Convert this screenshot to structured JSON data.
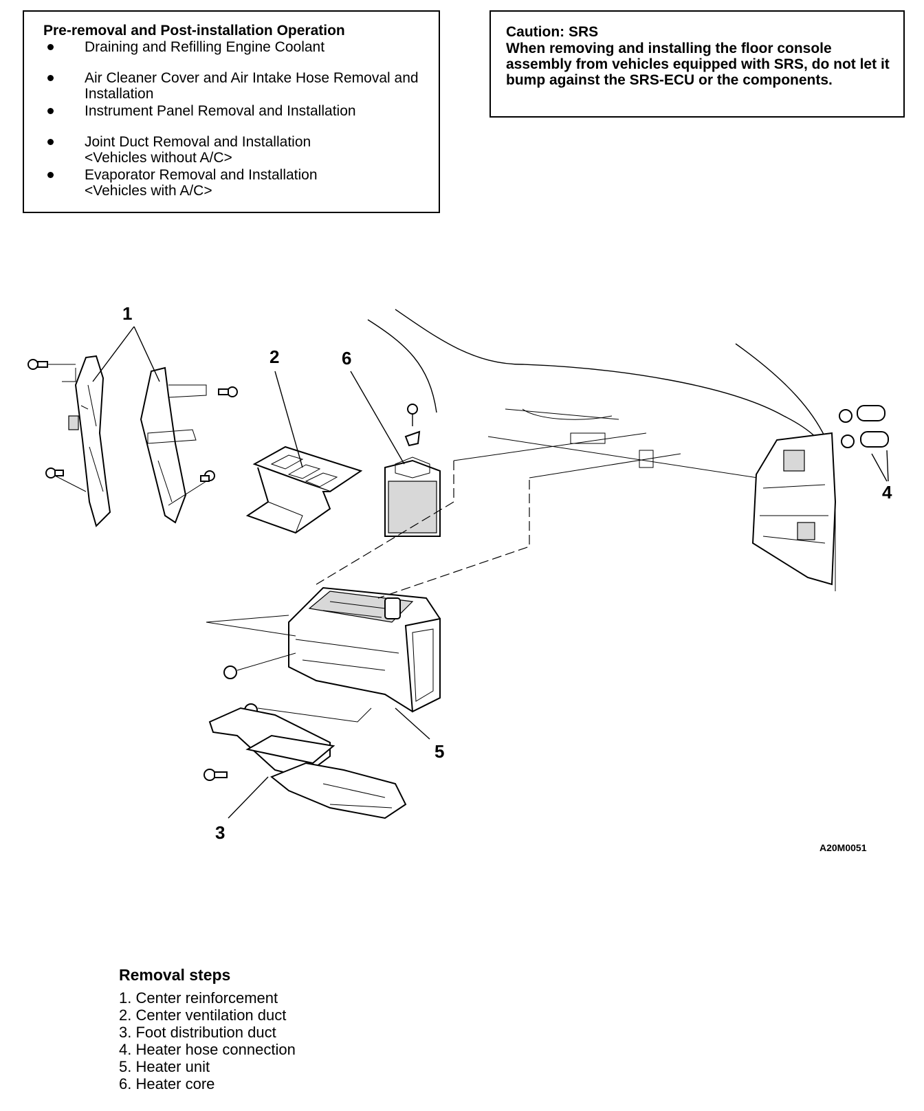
{
  "pre_removal": {
    "title": "Pre-removal and Post-installation Operation",
    "items": [
      "Draining and Refilling Engine Coolant",
      "Air Cleaner Cover and Air Intake Hose Removal and Installation",
      "Instrument Panel Removal and Installation",
      "Joint Duct Removal and Installation <Vehicles without A/C>",
      "Evaporator Removal and Installation <Vehicles with A/C>"
    ]
  },
  "caution": {
    "title": "Caution: SRS",
    "body": "When removing and installing the floor console assembly from vehicles equipped with SRS, do not let it bump against the SRS-ECU or the components."
  },
  "diagram": {
    "callouts": [
      "1",
      "2",
      "3",
      "4",
      "5",
      "6"
    ],
    "figure_id": "A20M0051"
  },
  "removal_steps": {
    "title": "Removal steps",
    "items": [
      "1. Center reinforcement",
      "2. Center ventilation duct",
      "3. Foot distribution duct",
      "4. Heater hose connection",
      "5. Heater unit",
      "6. Heater core"
    ]
  }
}
